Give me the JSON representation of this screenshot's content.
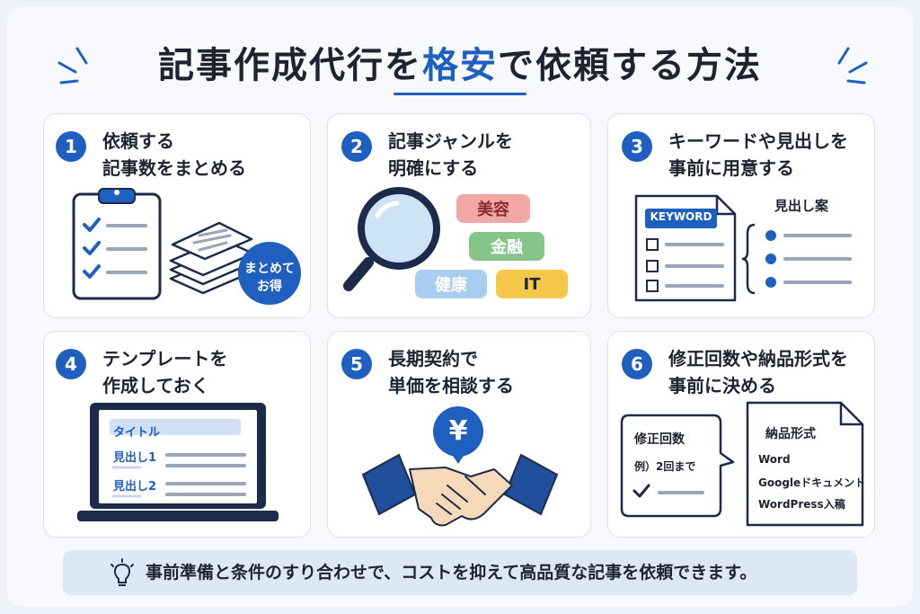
{
  "title": {
    "part1": "記事作成代行を",
    "accent": "格安",
    "part2": "で依頼する方法"
  },
  "cards": [
    {
      "num": "1",
      "line1": "依頼する",
      "line2": "記事数をまとめる",
      "badge_line1": "まとめて",
      "badge_line2": "お得"
    },
    {
      "num": "2",
      "line1": "記事ジャンルを",
      "line2": "明確にする",
      "tags": [
        "美容",
        "金融",
        "健康",
        "IT"
      ]
    },
    {
      "num": "3",
      "line1": "キーワードや見出しを",
      "line2": "事前に用意する",
      "keyword_label": "KEYWORD",
      "headings_label": "見出し案"
    },
    {
      "num": "4",
      "line1": "テンプレートを",
      "line2": "作成しておく",
      "template_title": "タイトル",
      "heading1": "見出し1",
      "heading2": "見出し2"
    },
    {
      "num": "5",
      "line1": "長期契約で",
      "line2": "単価を相談する",
      "currency": "¥"
    },
    {
      "num": "6",
      "line1": "修正回数や納品形式を",
      "line2": "事前に決める",
      "revision_title": "修正回数",
      "revision_example": "例）2回まで",
      "format_title": "納品形式",
      "formats": [
        "Word",
        "Googleドキュメント",
        "WordPress入稿"
      ]
    }
  ],
  "footer": {
    "text": "事前準備と条件のすり合わせで、コストを抑えて高品質な記事を依頼できます。"
  },
  "colors": {
    "accent": "#1f5fbf",
    "tag_beauty": "#f2a7a7",
    "tag_finance": "#86c58a",
    "tag_health": "#a9cdee",
    "tag_it": "#f6c84a"
  },
  "icons": [
    "check-icon",
    "document-stack-icon",
    "magnifier-icon",
    "keyword-doc-icon",
    "laptop-icon",
    "yen-icon",
    "handshake-icon",
    "lightbulb-icon"
  ]
}
